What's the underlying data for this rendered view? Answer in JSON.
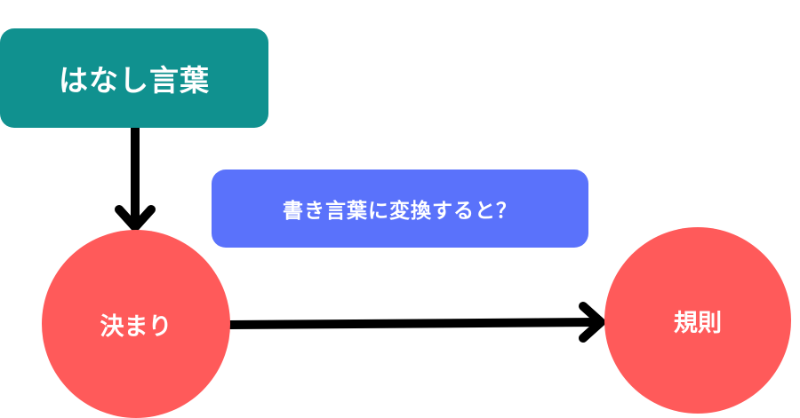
{
  "diagram": {
    "spoken_words_label": "はなし言葉",
    "question_label": "書き言葉に変換すると？",
    "rule_label": "決まり",
    "regulation_label": "規則"
  },
  "colors": {
    "teal": "#10918f",
    "blue": "#5a72fb",
    "red": "#ff5a5a",
    "arrow": "#000000"
  }
}
